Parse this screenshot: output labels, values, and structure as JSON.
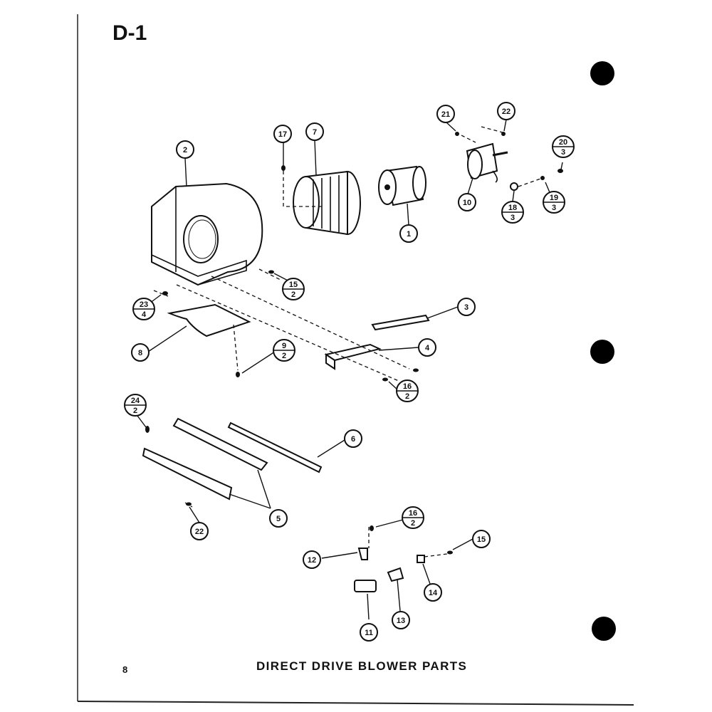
{
  "header": {
    "page_label": "D-1"
  },
  "footer": {
    "page_number": "8",
    "caption": "DIRECT DRIVE BLOWER PARTS"
  },
  "callouts": [
    {
      "id": "c1",
      "num": "1",
      "qty": ""
    },
    {
      "id": "c2",
      "num": "2",
      "qty": ""
    },
    {
      "id": "c3",
      "num": "3",
      "qty": ""
    },
    {
      "id": "c4",
      "num": "4",
      "qty": ""
    },
    {
      "id": "c5",
      "num": "5",
      "qty": ""
    },
    {
      "id": "c6",
      "num": "6",
      "qty": ""
    },
    {
      "id": "c7",
      "num": "7",
      "qty": ""
    },
    {
      "id": "c8",
      "num": "8",
      "qty": ""
    },
    {
      "id": "c9",
      "num": "9",
      "qty": "2"
    },
    {
      "id": "c10",
      "num": "10",
      "qty": ""
    },
    {
      "id": "c11",
      "num": "11",
      "qty": ""
    },
    {
      "id": "c12",
      "num": "12",
      "qty": ""
    },
    {
      "id": "c13",
      "num": "13",
      "qty": ""
    },
    {
      "id": "c14",
      "num": "14",
      "qty": ""
    },
    {
      "id": "c15a",
      "num": "15",
      "qty": "2"
    },
    {
      "id": "c15b",
      "num": "15",
      "qty": ""
    },
    {
      "id": "c16a",
      "num": "16",
      "qty": "2"
    },
    {
      "id": "c16b",
      "num": "16",
      "qty": "2"
    },
    {
      "id": "c17",
      "num": "17",
      "qty": ""
    },
    {
      "id": "c18",
      "num": "18",
      "qty": "3"
    },
    {
      "id": "c19",
      "num": "19",
      "qty": "3"
    },
    {
      "id": "c20",
      "num": "20",
      "qty": "3"
    },
    {
      "id": "c21",
      "num": "21",
      "qty": ""
    },
    {
      "id": "c22a",
      "num": "22",
      "qty": ""
    },
    {
      "id": "c22b",
      "num": "22",
      "qty": ""
    },
    {
      "id": "c23",
      "num": "23",
      "qty": "4"
    },
    {
      "id": "c24",
      "num": "24",
      "qty": "2"
    }
  ]
}
